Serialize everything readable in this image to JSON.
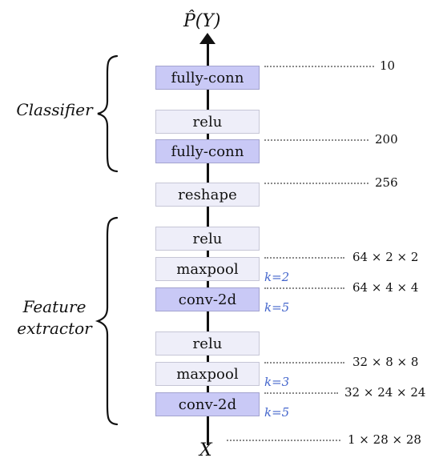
{
  "output_label": "P̂(Y)",
  "input_label": "X",
  "groups": {
    "classifier": "Classifier",
    "feature_extractor_line1": "Feature",
    "feature_extractor_line2": "extractor"
  },
  "layers": [
    {
      "label": "fully-conn",
      "style": "dark"
    },
    {
      "label": "relu",
      "style": "light"
    },
    {
      "label": "fully-conn",
      "style": "dark"
    },
    {
      "label": "reshape",
      "style": "light"
    },
    {
      "label": "relu",
      "style": "light"
    },
    {
      "label": "maxpool",
      "style": "light"
    },
    {
      "label": "conv-2d",
      "style": "dark"
    },
    {
      "label": "relu",
      "style": "light"
    },
    {
      "label": "maxpool",
      "style": "light"
    },
    {
      "label": "conv-2d",
      "style": "dark"
    }
  ],
  "dimensions": [
    "10",
    "200",
    "256",
    "64 × 2 × 2",
    "64 × 4 × 4",
    "32 × 8 × 8",
    "32 × 24 × 24",
    "1 × 28 × 28"
  ],
  "kernels": [
    "k=2",
    "k=5",
    "k=3",
    "k=5"
  ],
  "colors": {
    "dark_layer_fill": "#c9c9f6",
    "light_layer_fill": "#eeeef9",
    "kernel_text": "#4466cc"
  }
}
